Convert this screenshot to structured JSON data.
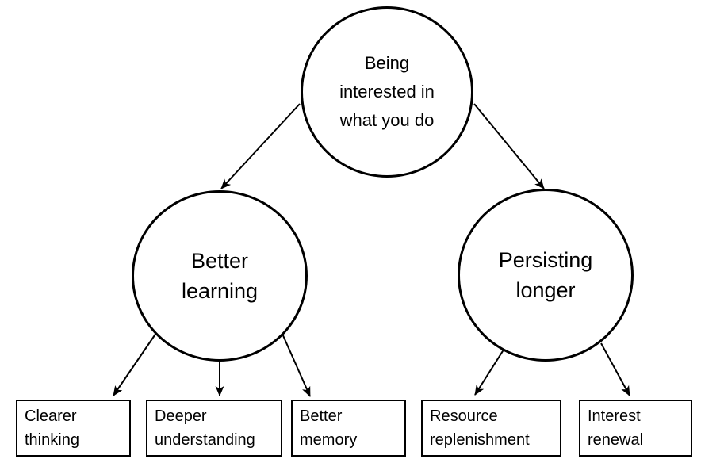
{
  "diagram": {
    "nodes": {
      "root": {
        "lines": [
          "Being",
          "interested in",
          "what you do"
        ]
      },
      "learning": {
        "lines": [
          "Better",
          "learning"
        ]
      },
      "persisting": {
        "lines": [
          "Persisting",
          "longer"
        ]
      },
      "clearer": {
        "lines": [
          "Clearer",
          "thinking"
        ]
      },
      "deeper": {
        "lines": [
          "Deeper",
          "understanding"
        ]
      },
      "memory": {
        "lines": [
          "Better",
          "memory"
        ]
      },
      "resource": {
        "lines": [
          "Resource",
          "replenishment"
        ]
      },
      "interest": {
        "lines": [
          "Interest",
          "renewal"
        ]
      }
    },
    "colors": {
      "line": "#000000",
      "text": "#000000",
      "background": "#ffffff"
    }
  }
}
